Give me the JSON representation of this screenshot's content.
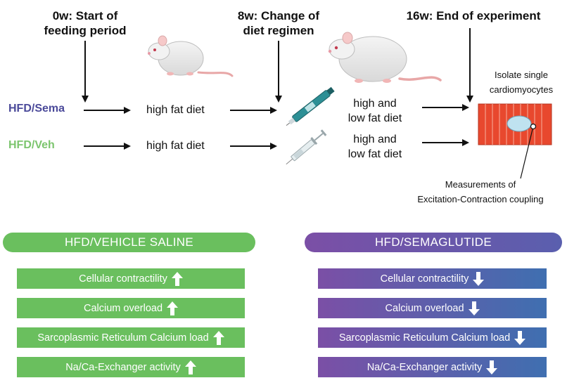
{
  "timeline": {
    "t0": [
      "0w: Start of",
      "feeding period"
    ],
    "t8": [
      "8w: Change of",
      "diet regimen"
    ],
    "t16": "16w: End of experiment"
  },
  "groups": {
    "sema": {
      "label": "HFD/Sema",
      "color": "#4b4a9a"
    },
    "veh": {
      "label": "HFD/Veh",
      "color": "#7cc56e"
    }
  },
  "diets": {
    "initial": "high fat diet",
    "second": [
      "high and",
      "low fat diet"
    ]
  },
  "cell": {
    "isolate": [
      "Isolate single",
      "cardiomyocytes"
    ],
    "measure": [
      "Measurements of",
      "Excitation-Contraction coupling"
    ]
  },
  "panels": {
    "vehicle": {
      "title": "HFD/VEHICLE SALINE",
      "color": "#6abf5e",
      "items": [
        {
          "label": "Cellular contractility",
          "arrow": "up"
        },
        {
          "label": "Calcium overload",
          "arrow": "up"
        },
        {
          "label": "Sarcoplasmic Reticulum Calcium load",
          "arrow": "up"
        },
        {
          "label": "Na/Ca-Exchanger activity",
          "arrow": "up"
        }
      ]
    },
    "semaglutide": {
      "title": "HFD/SEMAGLUTIDE",
      "color_start": "#7b4fa6",
      "color_end": "#3f6fb0",
      "items": [
        {
          "label": "Cellular contractility",
          "arrow": "down"
        },
        {
          "label": "Calcium overload",
          "arrow": "down"
        },
        {
          "label": "Sarcoplasmic Reticulum Calcium load",
          "arrow": "down"
        },
        {
          "label": "Na/Ca-Exchanger activity",
          "arrow": "down"
        }
      ]
    }
  },
  "icons": [
    "rat-icon",
    "pen-injector-icon",
    "syringe-icon",
    "cardiomyocyte-icon",
    "arrow-up-icon",
    "arrow-down-icon"
  ]
}
